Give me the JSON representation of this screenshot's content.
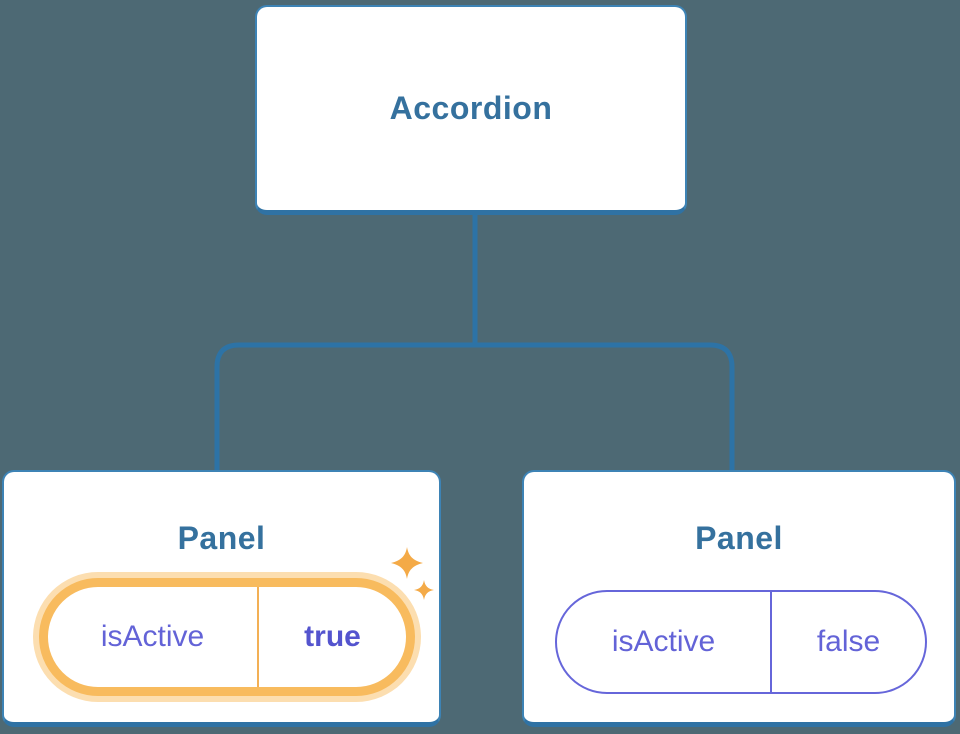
{
  "diagram": {
    "root": {
      "label": "Accordion"
    },
    "panels": [
      {
        "label": "Panel",
        "state": {
          "key": "isActive",
          "value": "true"
        },
        "highlighted": true,
        "icon": "sparkles-icon"
      },
      {
        "label": "Panel",
        "state": {
          "key": "isActive",
          "value": "false"
        },
        "highlighted": false
      }
    ],
    "colors": {
      "background": "#4d6974",
      "box_border": "#3d83b5",
      "box_border_bottom": "#2f72a4",
      "connector": "#2d73a6",
      "label_blue": "#35719e",
      "state_purple": "#6363d7",
      "state_purple_bold": "#5454ce",
      "highlight_orange": "#f8bb5e",
      "highlight_glow": "#fcdeb0",
      "divider_orange": "#f3b055",
      "sparkle_orange": "#f4aa47"
    }
  }
}
